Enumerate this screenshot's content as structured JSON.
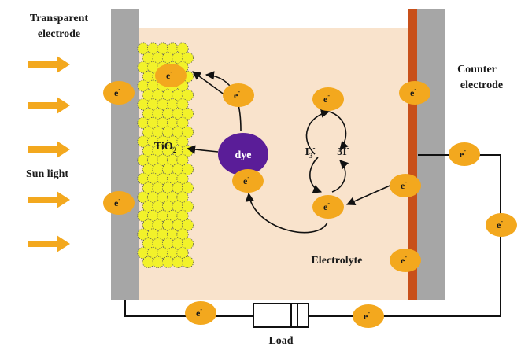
{
  "labels": {
    "transparent_electrode": [
      "Transparent",
      "electrode"
    ],
    "counter_electrode": [
      "Counter",
      "electrode"
    ],
    "sun_light": "Sun light",
    "tio2": "TiO",
    "tio2_sub": "2",
    "dye": "dye",
    "iodide_left": "I",
    "iodide_left_sub": "3",
    "iodide_left_sup": "-",
    "iodide_right": "3I",
    "iodide_right_sup": "-",
    "electrolyte": "Electrolyte",
    "load": "Load",
    "electron": "e",
    "electron_sup": "-"
  },
  "colors": {
    "electrolyte_bg": "#f9e3cc",
    "electrode": "#a6a6a6",
    "counter_strip": "#c8501a",
    "electron": "#f3a81e",
    "tio2_particle": "#f2f22a",
    "dye": "#5a1d98",
    "arrow_sun": "#f3a81e",
    "wire": "#111111"
  }
}
